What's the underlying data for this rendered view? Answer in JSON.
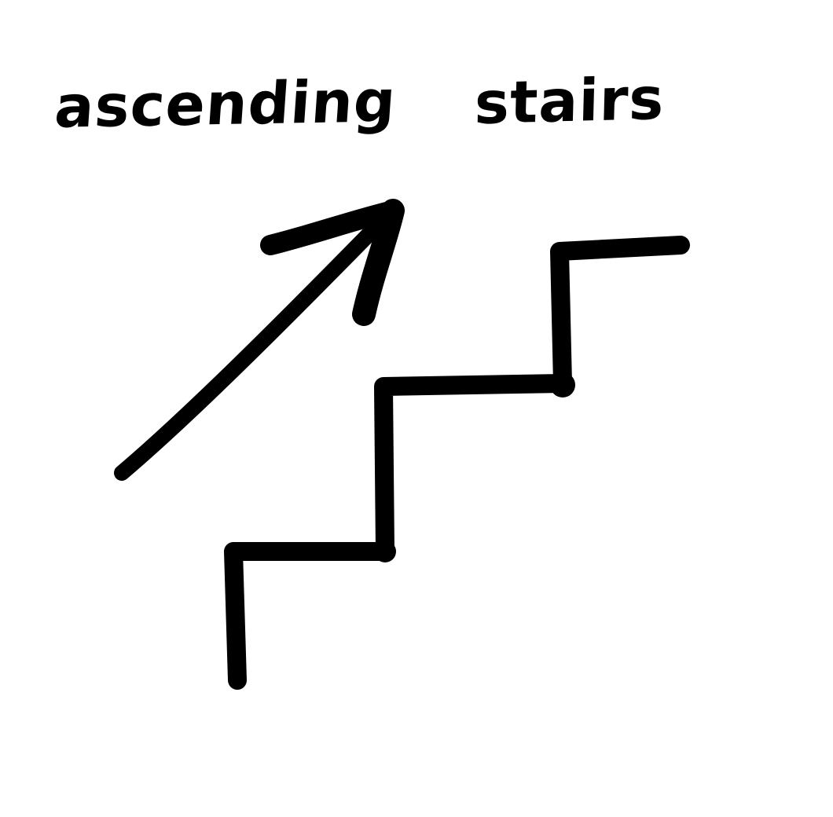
{
  "caption": {
    "word1": "ascending",
    "word2": "stairs"
  },
  "colors": {
    "ink": "#000000",
    "background": "#ffffff"
  },
  "shapes": [
    "arrow",
    "staircase"
  ]
}
